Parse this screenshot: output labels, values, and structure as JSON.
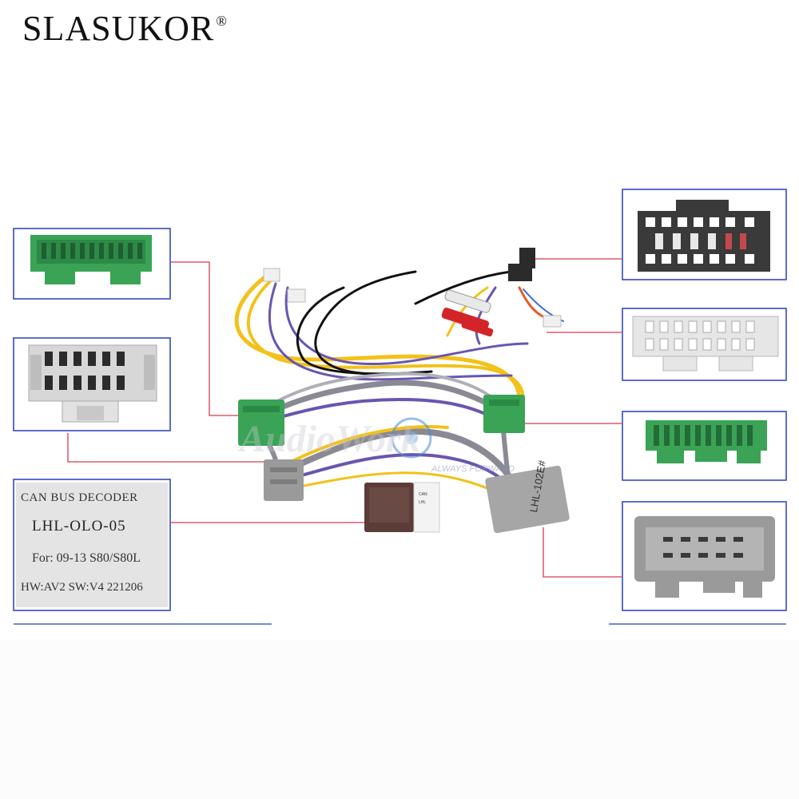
{
  "brand": {
    "name": "SLASUKOR",
    "mark": "®"
  },
  "decoder_label": {
    "line1": "CAN BUS DECODER",
    "line2": "LHL-OLO-05",
    "line3": "For: 09-13 S80/S80L",
    "line4": "HW:AV2  SW:V4  221206"
  },
  "harness_label": "LHL-102E#",
  "watermark": {
    "main": "AudioWork",
    "tagline": "ALWAYS FORWARD"
  },
  "colors": {
    "callout_border": "#2a3db8",
    "leader_line": "#d23c50",
    "green_connector": "#3aa356",
    "grey_connector": "#9a9a9a",
    "light_grey_connector": "#d8d8d8",
    "black_connector": "#2b2b2b",
    "wire_yellow": "#f2c21a",
    "wire_purple": "#6a55b0",
    "wire_black": "#111111",
    "wire_grey": "#8a8a95",
    "rca_red": "#d4242a",
    "rca_white": "#e9e9e9"
  }
}
